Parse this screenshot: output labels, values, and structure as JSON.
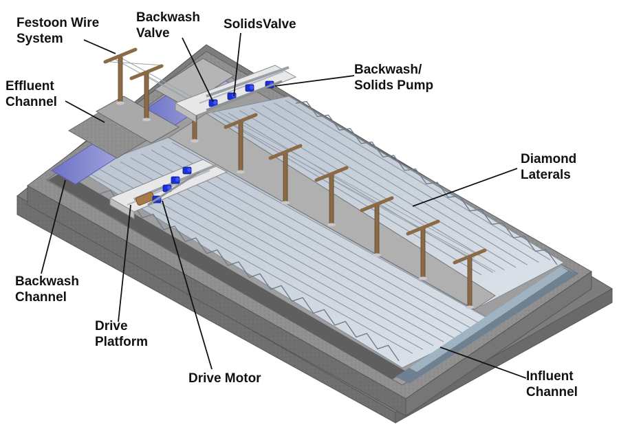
{
  "labels": {
    "festoon": [
      "Festoon Wire",
      "System"
    ],
    "backwash_valve": [
      "Backwash",
      "Valve"
    ],
    "solids_valve": "SolidsValve",
    "pump": [
      "Backwash/",
      "Solids Pump"
    ],
    "effluent": [
      "Effluent",
      "Channel"
    ],
    "diamond": [
      "Diamond",
      "Laterals"
    ],
    "backwash_channel": [
      "Backwash",
      "Channel"
    ],
    "drive_platform": [
      "Drive",
      "Platform"
    ],
    "drive_motor": "Drive Motor",
    "influent": [
      "Influent",
      "Channel"
    ]
  },
  "colors": {
    "concrete": "#8f8f8f",
    "concrete_dark": "#6e6e6e",
    "concrete_light": "#b4b4b4",
    "water": "#c9d2dc",
    "water_dark": "#7a8795",
    "channel_blue": "#8a8fd0",
    "post": "#8b6a45",
    "pump_blue": "#1b2fd6",
    "platform": "#e6e6e6"
  }
}
